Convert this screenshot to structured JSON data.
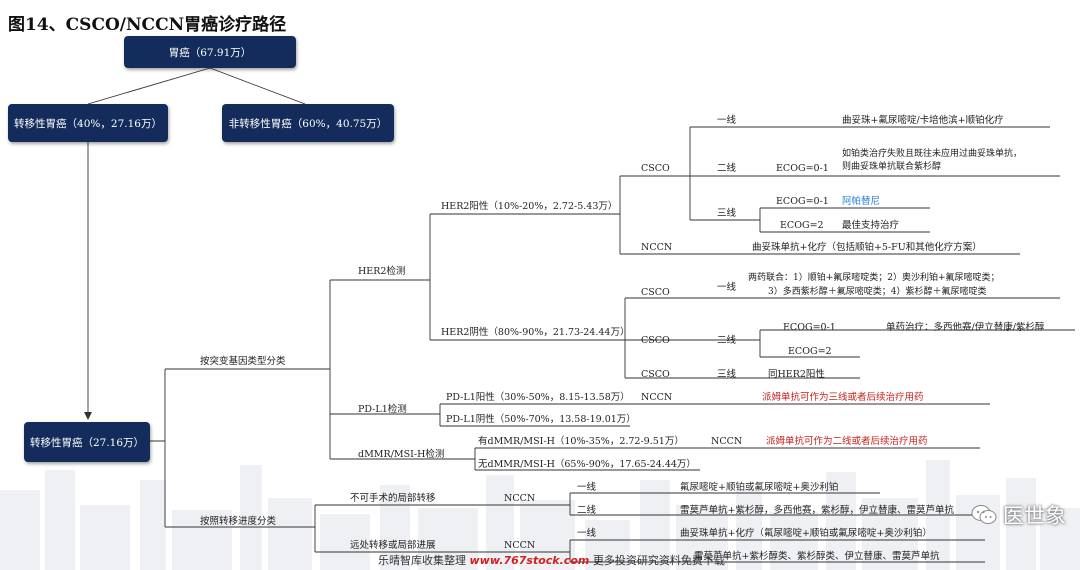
{
  "title": "图14、CSCO/NCCN胃癌诊疗路径",
  "nodes": {
    "root": "胃癌（67.91万）",
    "metastatic_top": "转移性胃癌（40%，27.16万）",
    "non_metastatic": "非转移性胃癌（60%，40.75万）",
    "metastatic_mid": "转移性胃癌（27.16万）"
  },
  "branches": {
    "mutation": "按突变基因类型分类",
    "progression": "按照转移进度分类",
    "her2_test": "HER2检测",
    "pdl1_test": "PD-L1检测",
    "dmmr_test": "dMMR/MSI-H检测",
    "her2_pos": "HER2阳性（10%-20%，2.72-5.43万）",
    "her2_neg": "HER2阴性（80%-90%，21.73-24.44万）",
    "pdl1_pos": "PD-L1阳性（30%-50%，8.15-13.58万）",
    "pdl1_neg": "PD-L1阴性（50%-70%，13.58-19.01万）",
    "dmmr_pos": "有dMMR/MSI-H（10%-35%，2.72-9.51万）",
    "dmmr_neg": "无dMMR/MSI-H（65%-90%，17.65-24.44万）",
    "unresectable": "不可手术的局部转移",
    "advanced": "远处转移或局部进展"
  },
  "labels": {
    "csco": "CSCO",
    "nccn": "NCCN",
    "line1": "一线",
    "line2": "二线",
    "line3": "三线",
    "ecog01": "ECOG=0-1",
    "ecog2": "ECOG=2"
  },
  "treatments": {
    "her2pos_csco_l1": "曲妥珠+氟尿嘧啶/卡培他滨+顺铂化疗",
    "her2pos_csco_l2_a": "如铂类治疗失败且既往未应用过曲妥珠单抗，",
    "her2pos_csco_l2_b": "则曲妥珠单抗联合紫杉醇",
    "her2pos_csco_l3_ecog01": "阿帕替尼",
    "her2pos_csco_l3_ecog2": "最佳支持治疗",
    "her2pos_nccn": "曲妥珠单抗+化疗（包括顺铂+5-FU和其他化疗方案）",
    "her2neg_csco_l1_a": "两药联合：1）顺铂+氟尿嘧啶类；2）奥沙利铂+氟尿嘧啶类；",
    "her2neg_csco_l1_b": "3）多西紫杉醇＋氟尿嘧啶类；4）紫杉醇＋氟尿嘧啶类",
    "her2neg_csco_l2_ecog01": "单药治疗：多西他赛/伊立替康/紫杉醇",
    "her2neg_csco_l3": "同HER2阳性",
    "pdl1_nccn": "派姆单抗可作为三线或者后续治疗用药",
    "dmmr_nccn": "派姆单抗可作为二线或者后续治疗用药",
    "unres_l1": "氟尿嘧啶+顺铂或氟尿嘧啶+奥沙利铂",
    "unres_l2": "雷莫芦单抗+紫杉醇，多西他赛，紫杉醇，伊立替康、雷莫芦单抗",
    "adv_l1": "曲妥珠单抗+化疗（氟尿嘧啶+顺铂或氟尿嘧啶+奥沙利铂）",
    "adv_l2": "雷莫芦单抗+紫杉醇类、紫杉醇类、伊立替康、雷莫芦单抗"
  },
  "watermark": {
    "left": "乐晴智库收集整理",
    "site": "www.767stock.com",
    "right": "更多投资研究资料免费下载",
    "brand": "医世象"
  }
}
